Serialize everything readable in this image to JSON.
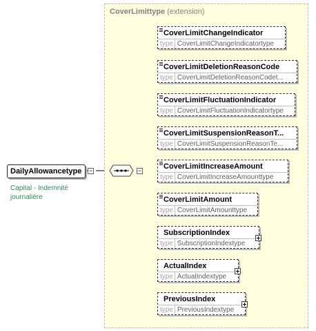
{
  "extension": {
    "type_name": "CoverLimittype",
    "suffix": "(extension)"
  },
  "root": {
    "name": "DailyAllowancetype",
    "documentation": [
      "Capital - Indemnité",
      "journalière"
    ]
  },
  "type_label": "type",
  "elements": [
    {
      "name": "CoverLimitChangeIndicator",
      "type": "CoverLimitChangeIndicatortype"
    },
    {
      "name": "CoverLimitDeletionReasonCode",
      "type": "CoverLimitDeletionReasonCodet..."
    },
    {
      "name": "CoverLimitFluctuationIndicator",
      "type": "CoverLimitFluctuationIndicatortype"
    },
    {
      "name": "CoverLimitSuspensionReasonT...",
      "type": "CoverLimitSuspensionReasonTe..."
    },
    {
      "name": "CoverLimitIncreaseAmount",
      "type": "CoverLimitIncreaseAmounttype"
    },
    {
      "name": "CoverLimitAmount",
      "type": "CoverLimitAmounttype"
    },
    {
      "name": "SubscriptionIndex",
      "type": "SubscriptionIndextype"
    },
    {
      "name": "ActualIndex",
      "type": "ActualIndextype"
    },
    {
      "name": "PreviousIndex",
      "type": "PreviousIndextype"
    }
  ],
  "colors": {
    "extension_bg": "#ffffe0",
    "doc_text": "#2e8b57"
  }
}
